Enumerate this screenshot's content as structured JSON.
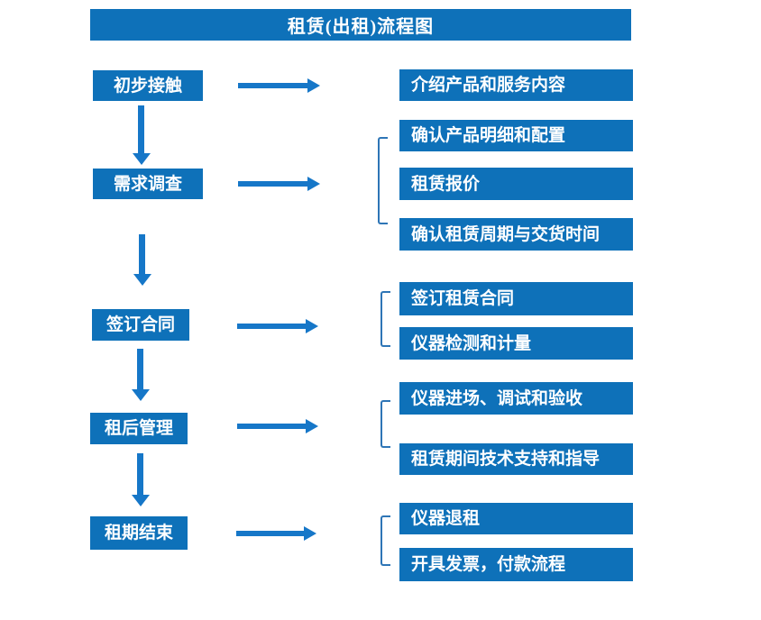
{
  "title": "租赁(出租)流程图",
  "colors": {
    "box_fill": "#0E71B9",
    "arrow": "#1677C8",
    "bracket": "#2E75B6",
    "text": "#FFFFFF",
    "background": "#FFFFFF"
  },
  "steps": [
    {
      "label": "初步接触",
      "details": [
        "介绍产品和服务内容"
      ]
    },
    {
      "label": "需求调查",
      "details": [
        "确认产品明细和配置",
        "租赁报价",
        "确认租赁周期与交货时间"
      ]
    },
    {
      "label": "签订合同",
      "details": [
        "签订租赁合同",
        "仪器检测和计量"
      ]
    },
    {
      "label": "租后管理",
      "details": [
        "仪器进场、调试和验收",
        "租赁期间技术支持和指导"
      ]
    },
    {
      "label": "租期结束",
      "details": [
        "仪器退租",
        "开具发票，付款流程"
      ]
    }
  ]
}
